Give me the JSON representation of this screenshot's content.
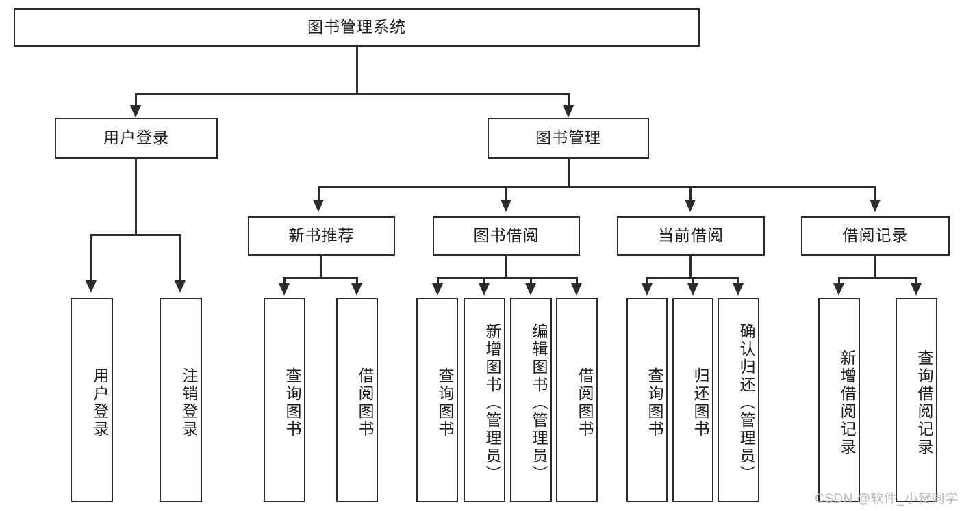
{
  "diagram": {
    "type": "tree-hierarchy",
    "title": "图书管理系统",
    "root": {
      "id": "root",
      "label": "图书管理系统"
    },
    "level1": [
      {
        "id": "user-login",
        "label": "用户登录"
      },
      {
        "id": "book-manage",
        "label": "图书管理"
      }
    ],
    "level2": [
      {
        "id": "new-book-rec",
        "label": "新书推荐",
        "parent": "book-manage"
      },
      {
        "id": "book-borrow",
        "label": "图书借阅",
        "parent": "book-manage"
      },
      {
        "id": "current-borrow",
        "label": "当前借阅",
        "parent": "book-manage"
      },
      {
        "id": "borrow-record",
        "label": "借阅记录",
        "parent": "book-manage"
      }
    ],
    "leaves": {
      "user_login": [
        {
          "id": "leaf-user-login",
          "label": "用户登录"
        },
        {
          "id": "leaf-logout",
          "label": "注销登录"
        }
      ],
      "new_book_rec": [
        {
          "id": "leaf-query-book-1",
          "label": "查询图书"
        },
        {
          "id": "leaf-borrow-book-1",
          "label": "借阅图书"
        }
      ],
      "book_borrow": [
        {
          "id": "leaf-query-book-2",
          "label": "查询图书"
        },
        {
          "id": "leaf-add-book",
          "label": "新增图书（管理员）"
        },
        {
          "id": "leaf-edit-book",
          "label": "编辑图书（管理员）"
        },
        {
          "id": "leaf-borrow-book-2",
          "label": "借阅图书"
        }
      ],
      "current_borrow": [
        {
          "id": "leaf-query-book-3",
          "label": "查询图书"
        },
        {
          "id": "leaf-return-book",
          "label": "归还图书"
        },
        {
          "id": "leaf-confirm-return",
          "label": "确认归还（管理员）"
        }
      ],
      "borrow_record": [
        {
          "id": "leaf-add-record",
          "label": "新增借阅记录"
        },
        {
          "id": "leaf-query-record",
          "label": "查询借阅记录"
        }
      ]
    }
  },
  "watermark": {
    "text": "CSDN @软件_小贺同学"
  },
  "colors": {
    "stroke": "#2b2b2b",
    "fill": "#ffffff",
    "text": "#1c1c1c",
    "watermark": "#b9b9b9"
  }
}
